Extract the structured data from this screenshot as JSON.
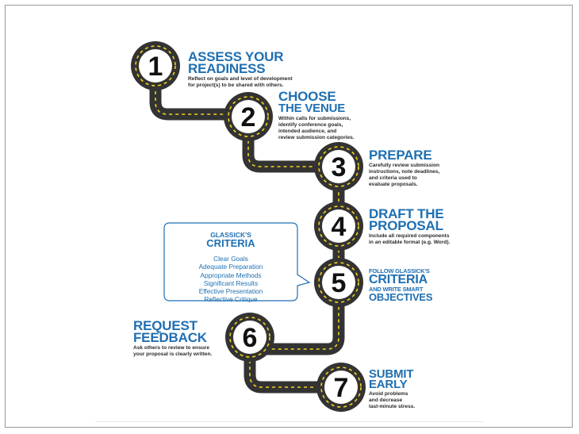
{
  "steps": [
    {
      "number": "1",
      "title_lines": [
        "ASSESS YOUR",
        "READINESS"
      ],
      "desc_lines": [
        "Reflect on goals and level of development",
        "for project(s) to be shared with others."
      ]
    },
    {
      "number": "2",
      "title_lines": [
        "CHOOSE",
        "THE VENUE"
      ],
      "desc_lines": [
        "Within calls for submissions,",
        "identify conference goals,",
        "intended audience, and",
        "review submission categories."
      ]
    },
    {
      "number": "3",
      "title_lines": [
        "PREPARE"
      ],
      "desc_lines": [
        "Carefully review submission",
        "instructions, note deadlines,",
        "and criteria used to",
        "evaluate proposals."
      ]
    },
    {
      "number": "4",
      "title_lines": [
        "DRAFT THE",
        "PROPOSAL"
      ],
      "desc_lines": [
        "Include all required components",
        "in an editable format (e.g. Word)."
      ]
    },
    {
      "number": "5",
      "title_lines": [
        "FOLLOW GLASSICK'S",
        "CRITERIA",
        "AND WRITE SMART",
        "OBJECTIVES"
      ],
      "desc_lines": []
    },
    {
      "number": "6",
      "title_lines": [
        "REQUEST",
        "FEEDBACK"
      ],
      "desc_lines": [
        "Ask others to review to ensure",
        "your proposal is clearly written."
      ]
    },
    {
      "number": "7",
      "title_lines": [
        "SUBMIT",
        "EARLY"
      ],
      "desc_lines": [
        "Avoid problems",
        "and decrease",
        "last-minute stress."
      ]
    }
  ],
  "criteria": {
    "title_line1": "GLASSICK'S",
    "title_line2": "CRITERIA",
    "items": [
      "Clear Goals",
      "Adequate Preparation",
      "Appropriate Methods",
      "Significant Results",
      "Effective Presentation",
      "Reflective Critique"
    ]
  },
  "colors": {
    "accent": "#1f6fb2",
    "road": "#333333",
    "road_line": "#f3d21c",
    "badge": "#ffffff"
  }
}
